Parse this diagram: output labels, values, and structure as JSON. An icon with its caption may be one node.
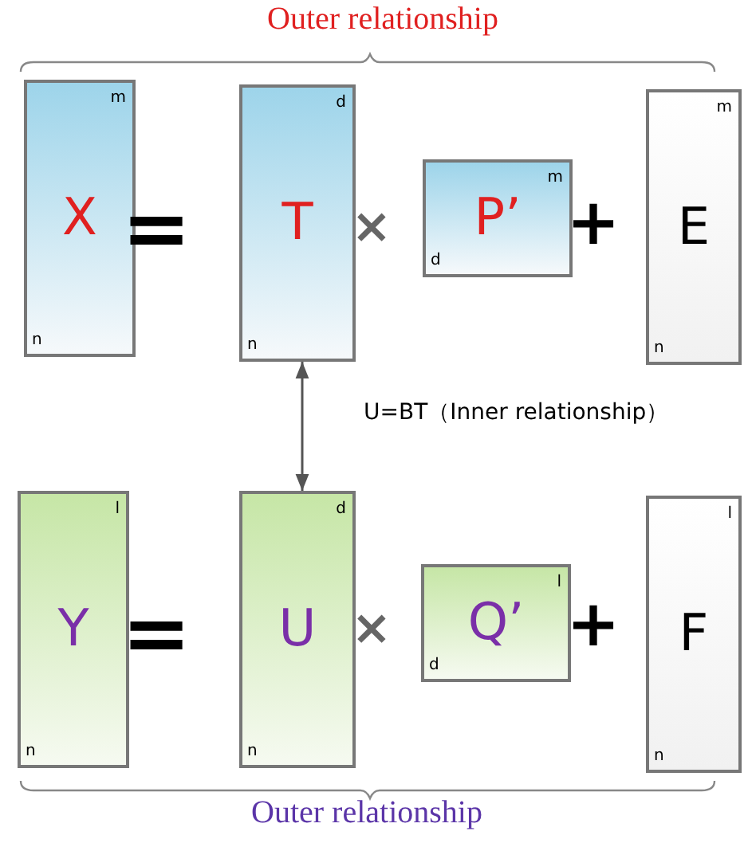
{
  "diagram": {
    "nodes": [
      {
        "text": [
          "X",
          "m",
          "n"
        ]
      },
      {
        "text": [
          "T",
          "d",
          "n"
        ]
      },
      {
        "text": [
          "P’",
          "m",
          "d"
        ]
      },
      {
        "text": [
          "E",
          "m",
          "n"
        ]
      },
      {
        "text": [
          "Y",
          "l",
          "n"
        ]
      },
      {
        "text": [
          "U",
          "d",
          "n"
        ]
      },
      {
        "text": [
          "Q’",
          "l",
          "d"
        ]
      },
      {
        "text": [
          "F",
          "l",
          "n"
        ]
      }
    ],
    "edges": [
      {
        "from": 1,
        "to": 5,
        "arrow": "both"
      }
    ],
    "labels": [
      "Outer relationship",
      "=",
      "×",
      "+",
      "U=BT（Inner relationship）",
      "=",
      "×",
      "+",
      "Outer relationship"
    ]
  }
}
